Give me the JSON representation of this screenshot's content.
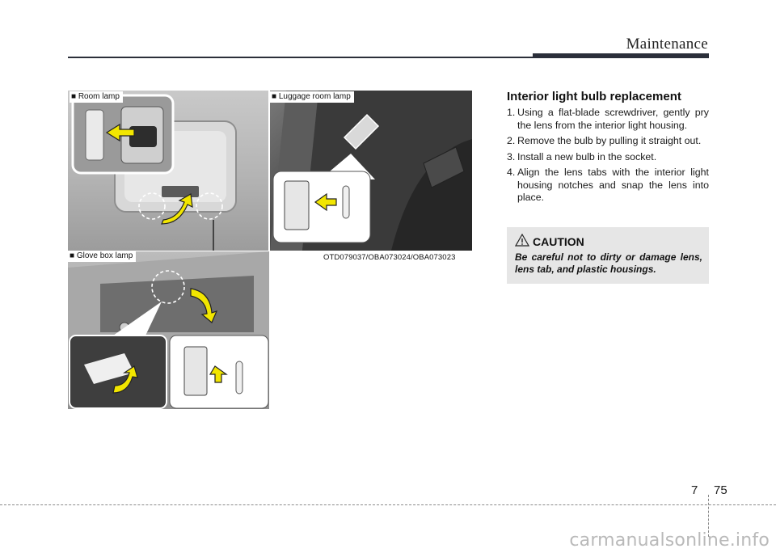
{
  "header": {
    "title": "Maintenance"
  },
  "figures": {
    "room_lamp_label": "■ Room lamp",
    "luggage_lamp_label": "■ Luggage room lamp",
    "glove_lamp_label": "■ Glove box lamp",
    "figure_code": "OTD079037/OBA073024/OBA073023"
  },
  "section": {
    "title": "Interior light bulb replacement",
    "steps": [
      {
        "num": "1.",
        "text": "Using a flat-blade screwdriver, gently pry the lens from the interior light housing."
      },
      {
        "num": "2.",
        "text": "Remove the bulb by pulling it straight out."
      },
      {
        "num": "3.",
        "text": "Install a new bulb in the socket."
      },
      {
        "num": "4.",
        "text": "Align the lens tabs with the interior light housing notches and snap the lens into place."
      }
    ]
  },
  "caution": {
    "title": "CAUTION",
    "text": "Be careful not to dirty or damage lens, lens tab, and plastic housings."
  },
  "footer": {
    "chapter": "7",
    "page": "75"
  },
  "watermark": "carmanualsonline.info",
  "colors": {
    "rule": "#2b2f3a",
    "arrow": "#f2e600",
    "caution_bg": "#e6e6e6"
  }
}
